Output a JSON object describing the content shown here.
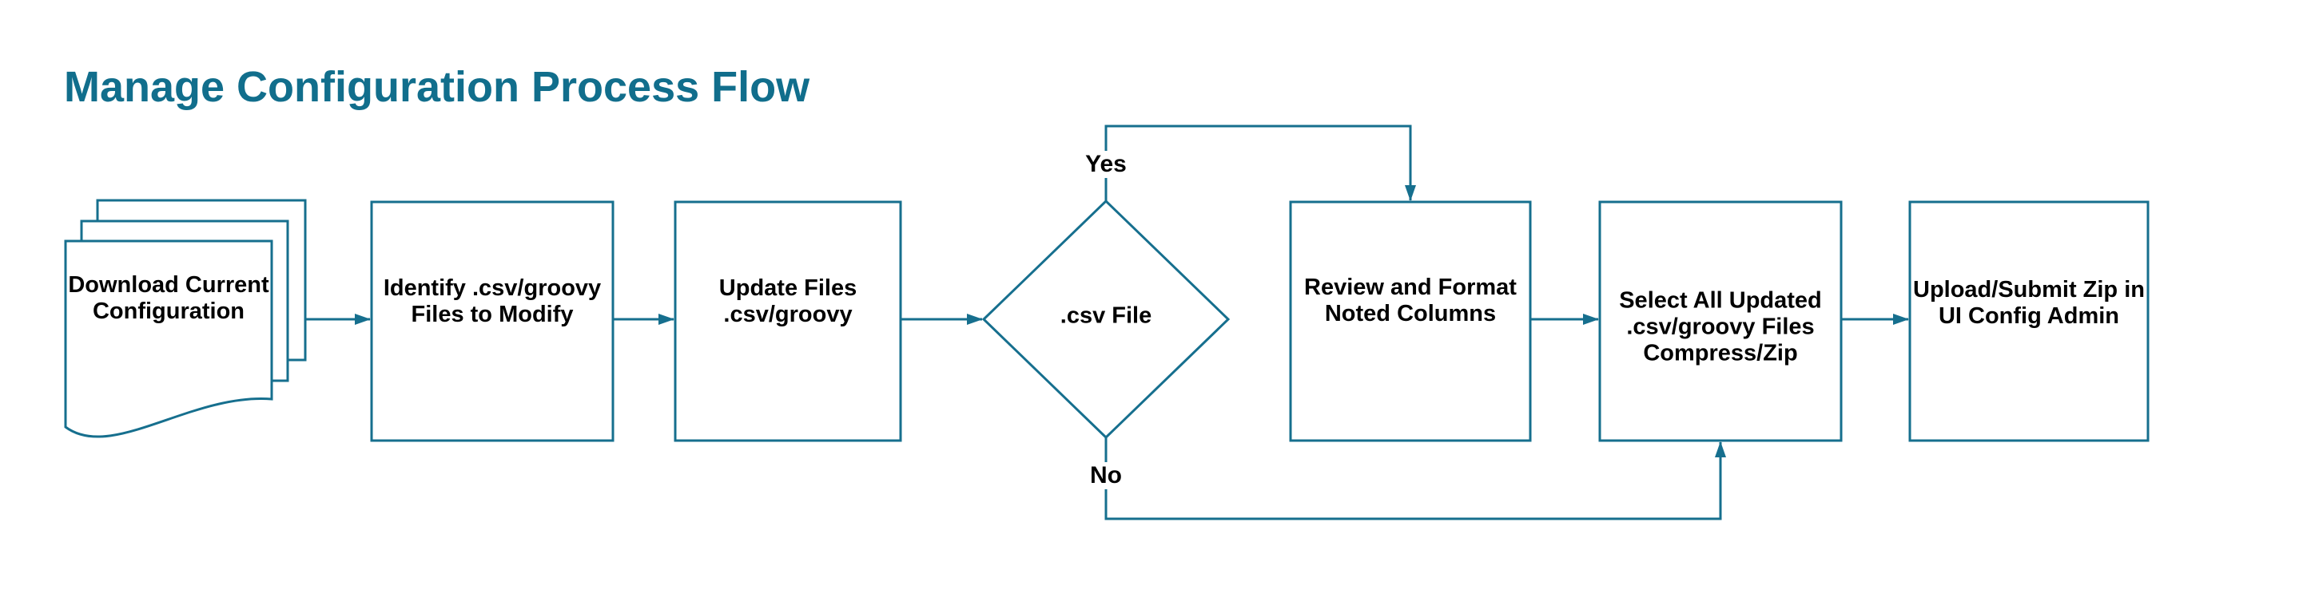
{
  "title": "Manage Configuration Process Flow",
  "colors": {
    "line": "#166f8e",
    "title_text": "#116e8c",
    "node_text": "#000000",
    "background": "#ffffff"
  },
  "nodes": [
    {
      "id": "download-current-configuration",
      "type": "document",
      "label": "Download Current\nConfiguration"
    },
    {
      "id": "identify-files-to-modify",
      "type": "process",
      "label": "Identify .csv/groovy\nFiles to Modify"
    },
    {
      "id": "update-files",
      "type": "process",
      "label": "Update Files\n.csv/groovy"
    },
    {
      "id": "csv-file-decision",
      "type": "decision",
      "label": ".csv File"
    },
    {
      "id": "review-and-format",
      "type": "process",
      "label": "Review and Format\nNoted Columns"
    },
    {
      "id": "select-compress-zip",
      "type": "process",
      "label": "Select All Updated\n.csv/groovy Files\nCompress/Zip"
    },
    {
      "id": "upload-submit-zip",
      "type": "process",
      "label": "Upload/Submit Zip in\nUI Config Admin"
    }
  ],
  "decision_branches": {
    "yes": "Yes",
    "no": "No"
  }
}
